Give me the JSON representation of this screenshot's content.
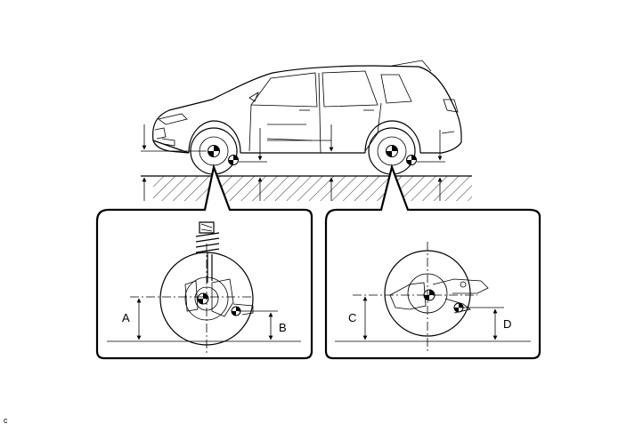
{
  "labels": {
    "a": "A",
    "b": "B",
    "c": "C",
    "d": "D",
    "corner": "c"
  },
  "colors": {
    "line": "#000000",
    "background": "#ffffff"
  }
}
